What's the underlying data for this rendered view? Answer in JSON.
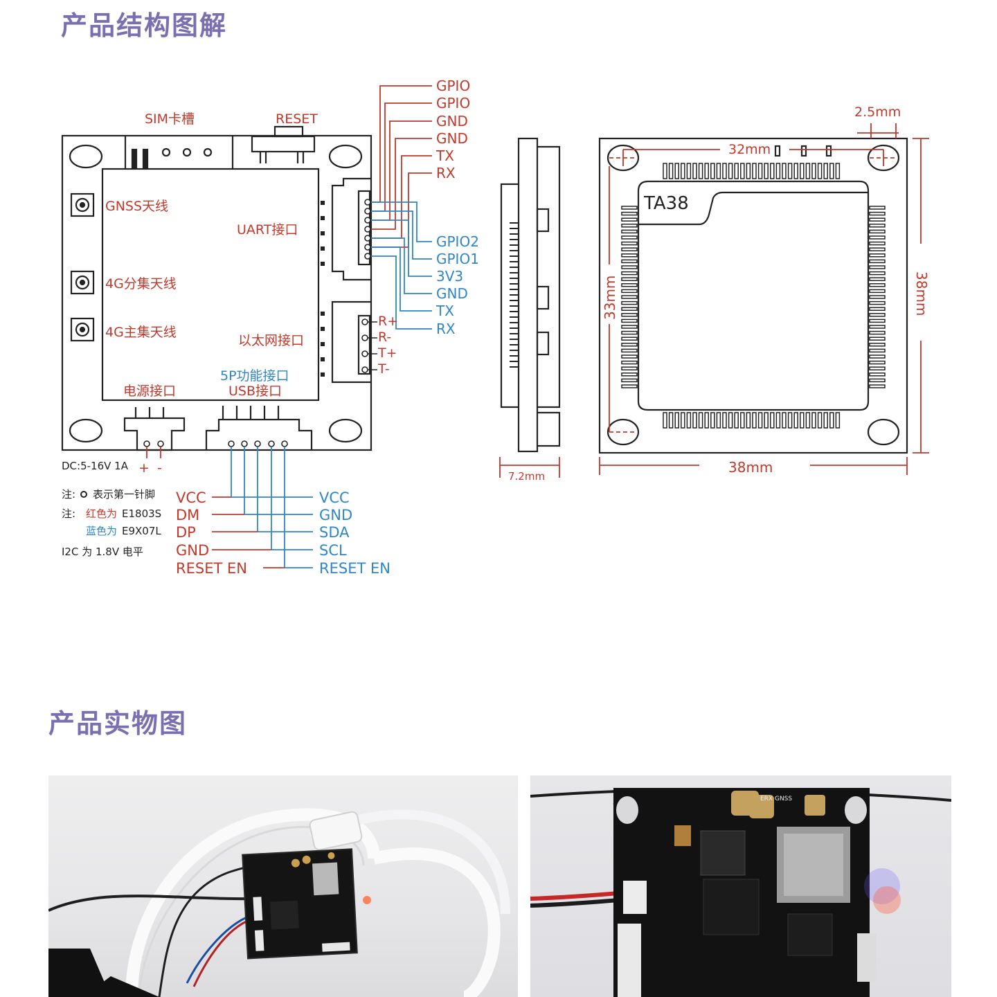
{
  "titles": {
    "structure": "产品结构图解",
    "photos": "产品实物图"
  },
  "colors": {
    "title": "#7b6fb0",
    "red_label": "#c0392b",
    "blue_label": "#2f86c6",
    "outline": "#222222"
  },
  "board": {
    "sim_slot": "SIM卡槽",
    "reset": "RESET",
    "gnss_antenna": "GNSS天线",
    "uart_port": "UART接口",
    "diversity_antenna": "4G分集天线",
    "main_antenna": "4G主集天线",
    "ethernet_port": "以太网接口",
    "func_port": "5P功能接口",
    "usb_port": "USB接口",
    "power_port": "电源接口",
    "power_spec": "DC:5-16V 1A",
    "plus": "+",
    "minus": "-"
  },
  "uart_pins": {
    "red": [
      "GPIO",
      "GPIO",
      "GND",
      "GND",
      "TX",
      "RX"
    ],
    "blue": [
      "GPIO2",
      "GPIO1",
      "3V3",
      "GND",
      "TX",
      "RX"
    ]
  },
  "ethernet_pins": [
    "R+",
    "R-",
    "T+",
    "T-"
  ],
  "notes": {
    "note1_prefix": "注:",
    "note1_text": "表示第一针脚",
    "note2_prefix": "注:",
    "note2_red": "红色为",
    "note2_red_model": "E1803S",
    "note2_blue": "蓝色为",
    "note2_blue_model": "E9X07L",
    "note3": "I2C 为 1.8V 电平"
  },
  "usb_pins": {
    "red": [
      "VCC",
      "DM",
      "DP",
      "GND",
      "RESET EN"
    ],
    "blue": [
      "VCC",
      "GND",
      "SDA",
      "SCL",
      "RESET EN"
    ]
  },
  "dimensions": {
    "side_thickness": "7.2mm",
    "hole_offset": "2.5mm",
    "hole_spacing": "32mm",
    "width": "38mm",
    "height": "38mm",
    "inner_height": "33mm",
    "chip_label": "TA38"
  },
  "photo_labels": {
    "right_silkscreen": "ERX GNSS"
  }
}
